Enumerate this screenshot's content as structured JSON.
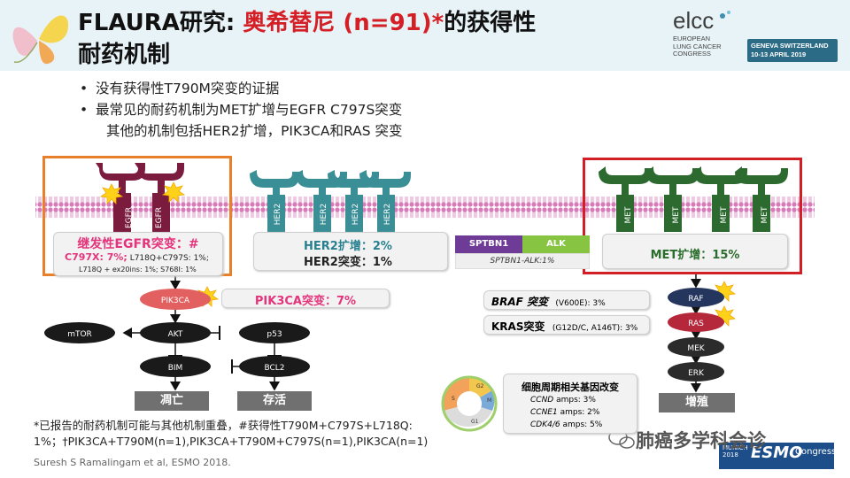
{
  "header": {
    "title_part1": "FLAURA研究: ",
    "title_red": "奥希替尼 (n=91)*",
    "title_part2": "的获得性",
    "title_line2": "耐药机制"
  },
  "conference": {
    "logo": "elcc",
    "sub_lines": [
      "EUROPEAN",
      "LUNG CANCER",
      "CONGRESS"
    ],
    "badge_line1": "GENEVA SWITZERLAND",
    "badge_line2": "10-13 APRIL 2019"
  },
  "bullets": [
    "没有获得性T790M突变的证据",
    "最常见的耐药机制为MET扩增与EGFR C797S突变"
  ],
  "bullet_sub": "其他的机制包括HER2扩增，PIK3CA和RAS 突变",
  "receptors": {
    "egfr": "EGFR",
    "her2": "HER2",
    "met": "MET"
  },
  "egfr_box": {
    "title": "继发性EGFR突变：#",
    "line1_bold": "C797X: 7%;",
    "line1_rest": " L718Q+C797S: 1%;",
    "line2": "L718Q + ex20ins: 1%; S768I: 1%"
  },
  "her2_box": {
    "line1": "HER2扩增：2%",
    "line2": "HER2突变：1%"
  },
  "alk": {
    "left": "SPTBN1",
    "right": "ALK",
    "label": "SPTBN1-ALK:1%"
  },
  "met_box": {
    "line1": "MET扩增：15%"
  },
  "pik3ca_box": {
    "line1": "PIK3CA突变：7%"
  },
  "braf_box": {
    "gene": "BRAF 突变",
    "detail": "(V600E): 3%"
  },
  "kras_box": {
    "gene": "KRAS突变",
    "detail": "(G12D/C, A146T): 3%"
  },
  "cell_cycle": {
    "title": "细胞周期相关基因改变",
    "items": [
      {
        "gene": "CCND",
        "rest": " amps: 3%"
      },
      {
        "gene": "CCNE1",
        "rest": " amps: 2%"
      },
      {
        "gene": "CDK4/6",
        "rest": " amps: 5%"
      }
    ],
    "pie_labels": [
      "G2",
      "S",
      "M",
      "G1"
    ]
  },
  "pathway_nodes": {
    "pik3ca": "PIK3CA",
    "mtor": "mTOR",
    "akt": "AKT",
    "p53": "p53",
    "bim": "BIM",
    "bcl2": "BCL2",
    "raf": "RAF",
    "ras": "RAS",
    "mek": "MEK",
    "erk": "ERK"
  },
  "outcomes": {
    "apoptosis": "凋亡",
    "survival": "存活",
    "proliferation": "增殖"
  },
  "footnote_line1": "*已报告的耐药机制可能与其他机制重叠，#获得性T790M+C797S+L718Q:",
  "footnote_line2": "1%；†PIK3CA+T790M(n=1),PIK3CA+T790M+C797S(n=1),PIK3CA(n=1)",
  "citation": "Suresh S Ramalingam et al, ESMO 2018.",
  "watermark": "肺癌多学科会诊",
  "esmo": {
    "city": "MUNICH",
    "year": "2018",
    "logo": "ESMO",
    "word": "Congress"
  },
  "colors": {
    "egfr": "#7b1c3e",
    "her2": "#3a8e96",
    "met": "#2c6a30",
    "membrane": "#d97ab8",
    "orange_frame": "#e8802b",
    "red_frame": "#d21f25",
    "pink_text": "#e4347b",
    "node_dark": "#1a1a1a",
    "node_pik": "#e26060",
    "node_raf": "#24355e",
    "node_ras": "#b5283b",
    "node_erk": "#2b2b2b"
  }
}
